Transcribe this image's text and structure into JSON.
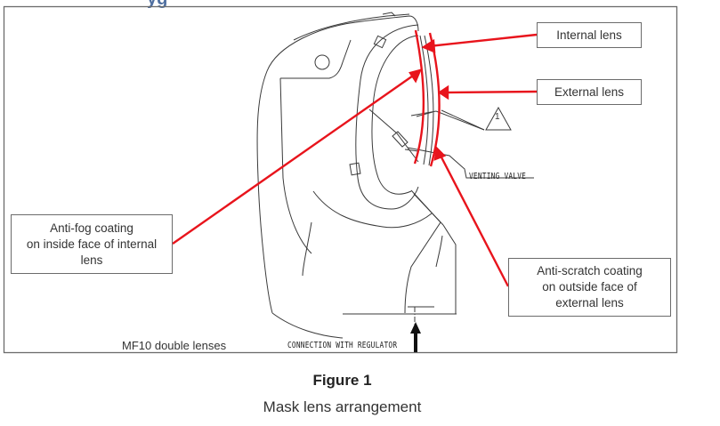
{
  "heading_fragment": "yg",
  "callouts": {
    "internal_lens": "Internal lens",
    "external_lens": "External lens",
    "anti_fog": "Anti-fog coating\non inside face of internal\nlens",
    "anti_scratch": "Anti-scratch coating\non outside face of\nexternal lens"
  },
  "drawing_labels": {
    "venting_valve": "VENTING VALVE",
    "connection": "CONNECTION WITH REGULATOR",
    "note_marker": "1",
    "model": "MF10 double lenses"
  },
  "figure": {
    "number": "Figure 1",
    "caption": "Mask lens arrangement"
  },
  "colors": {
    "callout_arrow": "#e8141c",
    "line_art": "#3a3a3a",
    "frame": "#6b6b6b"
  }
}
